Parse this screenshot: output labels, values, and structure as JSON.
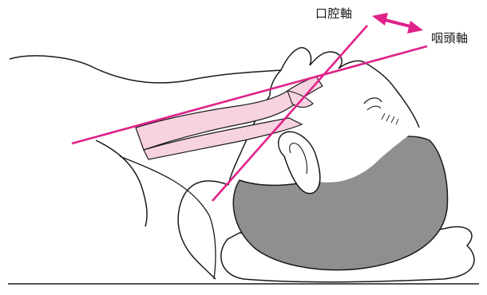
{
  "labels": {
    "oral_axis": "口腔軸",
    "pharyngeal_axis": "咽頭軸"
  },
  "colors": {
    "axis_line": "#e0218a",
    "airway_fill": "#f7d3e2",
    "hair_fill": "#8f8f8f",
    "outline": "#1a1a1a",
    "background": "#ffffff"
  },
  "icons": {
    "axis_arrow": "double-headed-arrow"
  }
}
